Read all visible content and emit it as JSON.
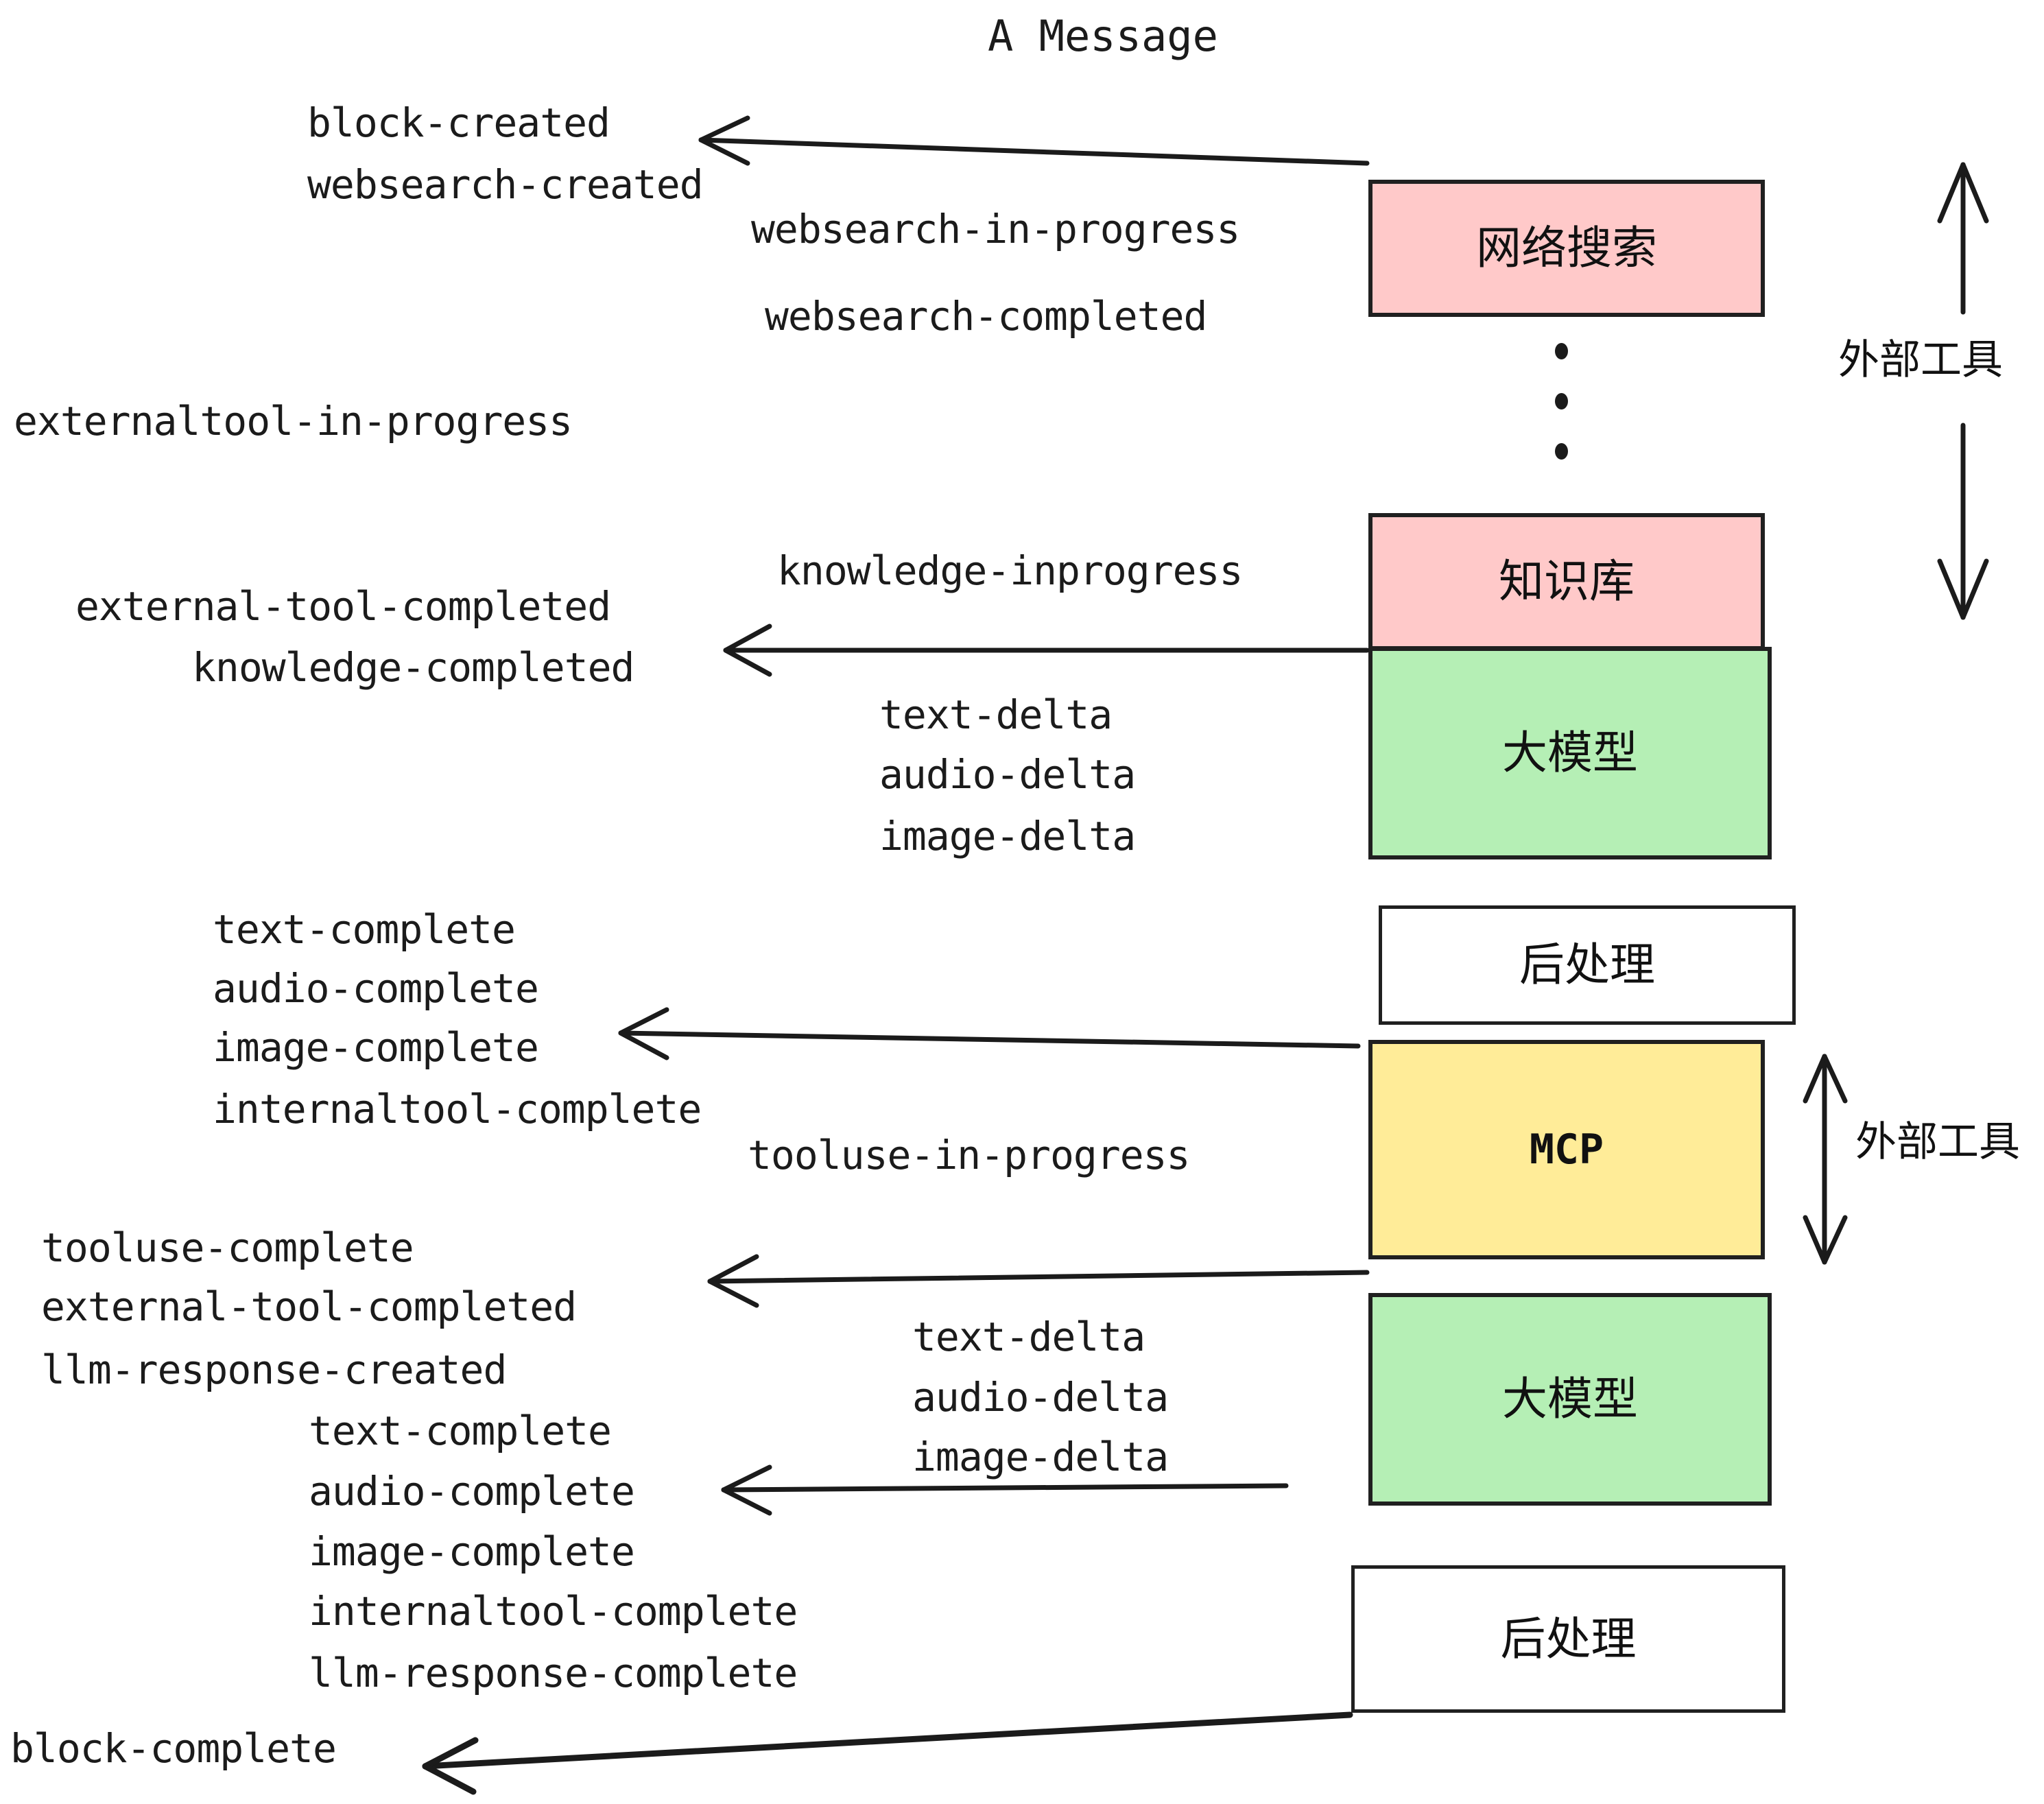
{
  "title": "A Message",
  "colors": {
    "stroke": "#202020",
    "text": "#1b1b1b",
    "external_tool": "#ffc9c9",
    "llm": "#b5efb5",
    "mcp": "#ffec98",
    "postprocess": "#ffffff"
  },
  "nodes": [
    {
      "id": "websearch",
      "label": "网络搜索",
      "fill": "#ffc9c9"
    },
    {
      "id": "knowledge",
      "label": "知识库",
      "fill": "#ffc9c9"
    },
    {
      "id": "llm-1",
      "label": "大模型",
      "fill": "#b5efb5"
    },
    {
      "id": "postprocess-1",
      "label": "后处理",
      "fill": "#ffffff"
    },
    {
      "id": "mcp",
      "label": "MCP",
      "fill": "#ffec98"
    },
    {
      "id": "llm-2",
      "label": "大模型",
      "fill": "#b5efb5"
    },
    {
      "id": "postprocess-2",
      "label": "后处理",
      "fill": "#ffffff"
    }
  ],
  "side_labels": [
    {
      "id": "external-tool-top",
      "text": "外部工具"
    },
    {
      "id": "external-tool-bottom",
      "text": "外部工具"
    }
  ],
  "events": [
    {
      "id": "block-created",
      "text": "block-created"
    },
    {
      "id": "websearch-created",
      "text": "websearch-created"
    },
    {
      "id": "websearch-in-progress",
      "text": "websearch-in-progress"
    },
    {
      "id": "websearch-completed",
      "text": "websearch-completed"
    },
    {
      "id": "externaltool-in-progress",
      "text": "externaltool-in-progress"
    },
    {
      "id": "knowledge-inprogress",
      "text": "knowledge-inprogress"
    },
    {
      "id": "external-tool-completed-1",
      "text": "external-tool-completed"
    },
    {
      "id": "knowledge-completed",
      "text": "knowledge-completed"
    },
    {
      "id": "text-delta-1",
      "text": "text-delta"
    },
    {
      "id": "audio-delta-1",
      "text": "audio-delta"
    },
    {
      "id": "image-delta-1",
      "text": "image-delta"
    },
    {
      "id": "text-complete-1",
      "text": "text-complete"
    },
    {
      "id": "audio-complete-1",
      "text": "audio-complete"
    },
    {
      "id": "image-complete-1",
      "text": "image-complete"
    },
    {
      "id": "internaltool-complete-1",
      "text": "internaltool-complete"
    },
    {
      "id": "tooluse-in-progress",
      "text": "tooluse-in-progress"
    },
    {
      "id": "tooluse-complete",
      "text": "tooluse-complete"
    },
    {
      "id": "external-tool-completed-2",
      "text": "external-tool-completed"
    },
    {
      "id": "llm-response-created",
      "text": "llm-response-created"
    },
    {
      "id": "text-delta-2",
      "text": "text-delta"
    },
    {
      "id": "audio-delta-2",
      "text": "audio-delta"
    },
    {
      "id": "image-delta-2",
      "text": "image-delta"
    },
    {
      "id": "text-complete-2",
      "text": "text-complete"
    },
    {
      "id": "audio-complete-2",
      "text": "audio-complete"
    },
    {
      "id": "image-complete-2",
      "text": "image-complete"
    },
    {
      "id": "internaltool-complete-2",
      "text": "internaltool-complete"
    },
    {
      "id": "llm-response-complete",
      "text": "llm-response-complete"
    },
    {
      "id": "block-complete",
      "text": "block-complete"
    }
  ]
}
